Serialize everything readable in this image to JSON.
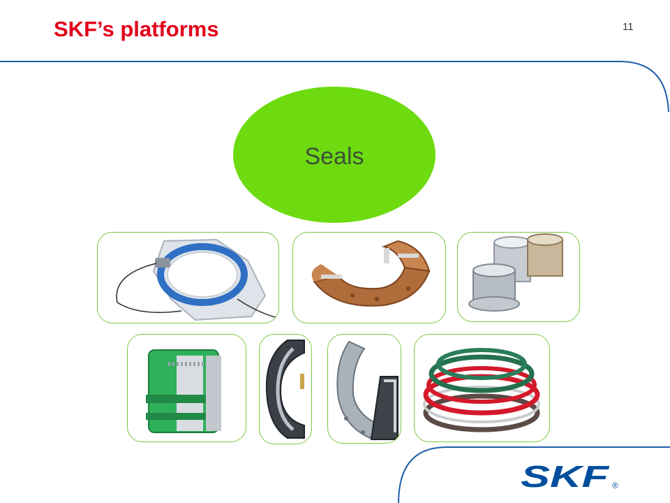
{
  "slide": {
    "title": "SKF’s platforms",
    "page_number": "11"
  },
  "platform": {
    "label": "Seals",
    "color": "#6ddb0f"
  },
  "brand": {
    "logo_text": "SKF",
    "registered": "®",
    "color": "#004f9e"
  },
  "colors": {
    "title_red": "#e2001a",
    "frame_blue": "#1e5fa8",
    "card_border": "#7ac943"
  },
  "images": [
    "cover-gasket-seal-with-sensor",
    "split-seal-segment",
    "metal-bushings",
    "valve-stem-seal",
    "radial-shaft-seal-section",
    "cassette-seal-section",
    "o-rings"
  ]
}
